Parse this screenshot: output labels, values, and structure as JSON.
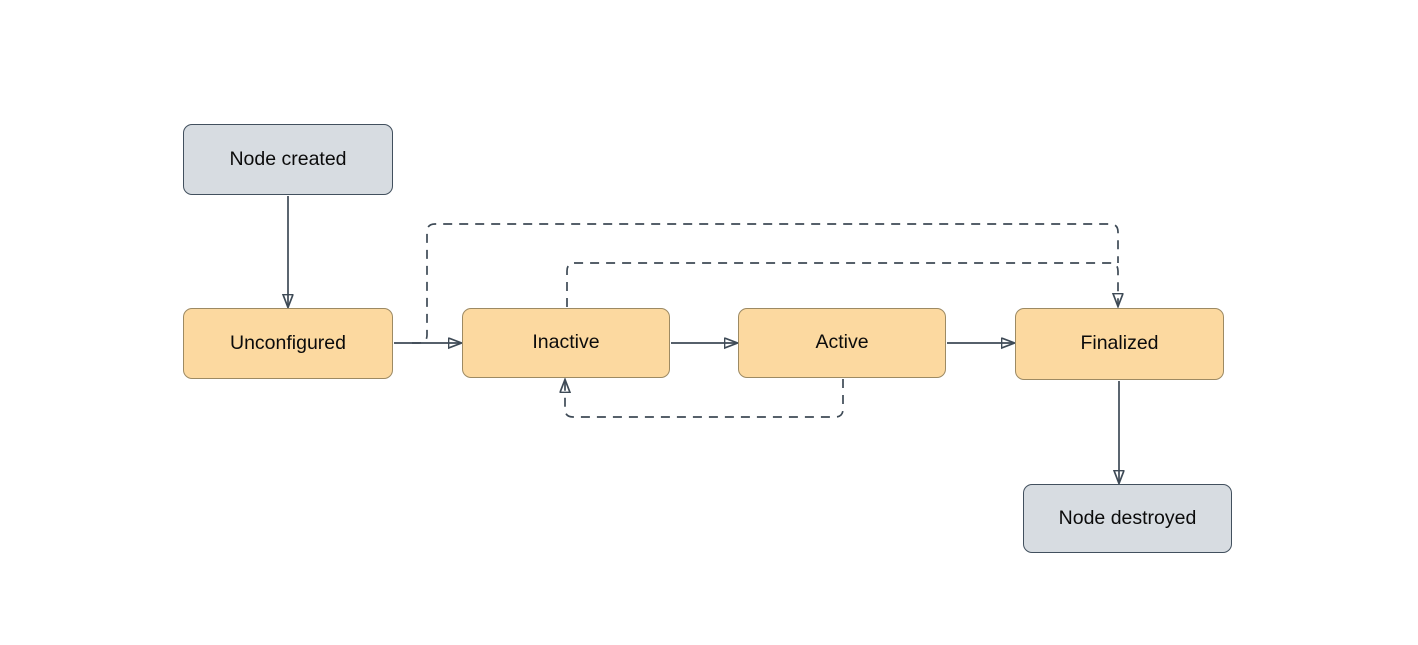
{
  "diagram": {
    "kind": "state-flowchart",
    "background": "#ffffff",
    "colors": {
      "edge": "#3e4a56",
      "state_fill": "#fcd9a0",
      "state_stroke": "#9d8a63",
      "terminal_fill": "#d7dce1",
      "terminal_stroke": "#42505e",
      "text": "#0b0b0b"
    },
    "nodes": [
      {
        "id": "node-created",
        "label": "Node created",
        "kind": "terminal"
      },
      {
        "id": "unconfigured",
        "label": "Unconfigured",
        "kind": "state"
      },
      {
        "id": "inactive",
        "label": "Inactive",
        "kind": "state"
      },
      {
        "id": "active",
        "label": "Active",
        "kind": "state"
      },
      {
        "id": "finalized",
        "label": "Finalized",
        "kind": "state"
      },
      {
        "id": "node-destroyed",
        "label": "Node destroyed",
        "kind": "terminal"
      }
    ],
    "edges": [
      {
        "from": "Node created",
        "to": "Unconfigured",
        "style": "solid"
      },
      {
        "from": "Unconfigured",
        "to": "Inactive",
        "style": "solid"
      },
      {
        "from": "Inactive",
        "to": "Active",
        "style": "solid"
      },
      {
        "from": "Active",
        "to": "Finalized",
        "style": "solid"
      },
      {
        "from": "Finalized",
        "to": "Node destroyed",
        "style": "solid"
      },
      {
        "from": "Unconfigured",
        "to": "Finalized",
        "style": "dashed"
      },
      {
        "from": "Inactive",
        "to": "Finalized",
        "style": "dashed"
      },
      {
        "from": "Active",
        "to": "Inactive",
        "style": "dashed"
      }
    ]
  }
}
